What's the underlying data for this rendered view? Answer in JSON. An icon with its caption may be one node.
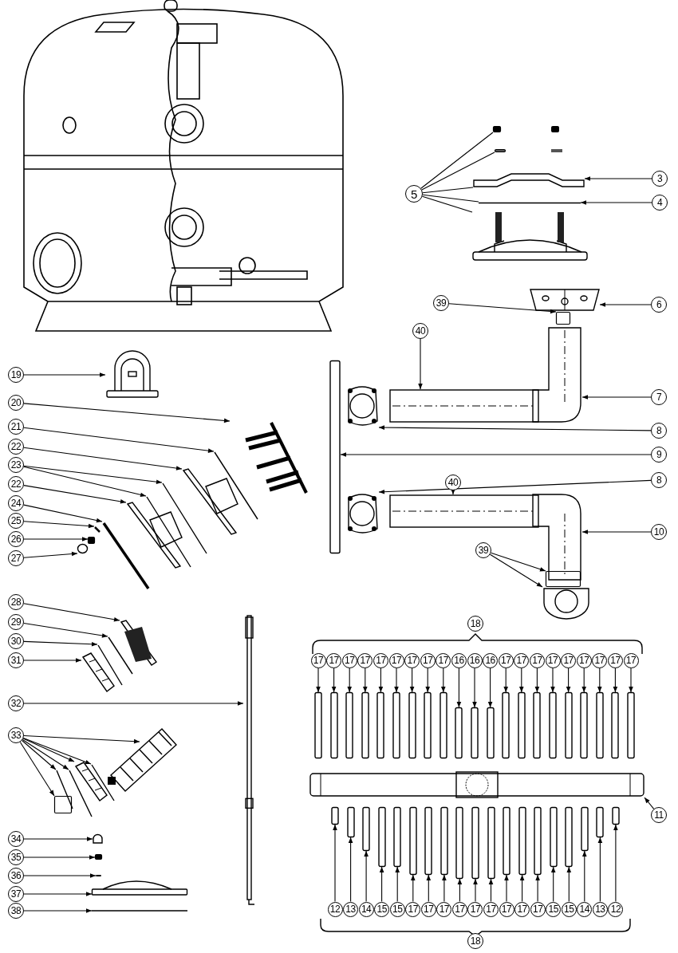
{
  "diagram": {
    "nodes": [
      {
        "text": [
          "5"
        ]
      },
      {
        "text": [],
        "shape": "box"
      },
      {
        "text": [],
        "shape": "box"
      },
      {
        "text": [],
        "shape": "picture"
      },
      {
        "text": [],
        "shape": "picture"
      },
      {
        "text": [],
        "shape": "picture"
      },
      {
        "text": [
          "3"
        ]
      },
      {
        "text": [
          "4"
        ]
      },
      {
        "text": [
          "39"
        ]
      },
      {
        "text": [
          "6"
        ]
      },
      {
        "text": [],
        "shape": "picture"
      },
      {
        "text": [],
        "shape": "box"
      },
      {
        "text": [
          "40"
        ]
      },
      {
        "text": [],
        "shape": "picture"
      },
      {
        "text": [
          "7"
        ]
      },
      {
        "text": [],
        "shape": "picture"
      },
      {
        "text": [
          "8"
        ]
      },
      {
        "text": [],
        "shape": "picture"
      },
      {
        "text": [
          "9"
        ]
      },
      {
        "text": [],
        "shape": "bar"
      },
      {
        "text": [
          "8"
        ]
      },
      {
        "text": [],
        "shape": "picture"
      },
      {
        "text": [
          "40"
        ]
      },
      {
        "text": [],
        "shape": "picture"
      },
      {
        "text": [
          "10"
        ]
      },
      {
        "text": [],
        "shape": "picture"
      },
      {
        "text": [
          "39"
        ]
      },
      {
        "text": [],
        "shape": "box"
      },
      {
        "text": [],
        "shape": "picture"
      },
      {
        "text": [
          "19"
        ]
      },
      {
        "text": [],
        "shape": "picture"
      },
      {
        "text": [
          "20"
        ]
      },
      {
        "text": [],
        "shape": "picture"
      },
      {
        "text": [
          "21"
        ]
      },
      {
        "text": [],
        "shape": "picture"
      },
      {
        "text": [
          "22"
        ]
      },
      {
        "text": [],
        "shape": "picture"
      },
      {
        "text": [
          "23"
        ]
      },
      {
        "text": [],
        "shape": "picture"
      },
      {
        "text": [],
        "shape": "picture"
      },
      {
        "text": [
          "22"
        ]
      },
      {
        "text": [],
        "shape": "picture"
      },
      {
        "text": [
          "24"
        ]
      },
      {
        "text": [],
        "shape": "picture"
      },
      {
        "text": [
          "25"
        ]
      },
      {
        "text": [],
        "shape": "picture"
      },
      {
        "text": [
          "26"
        ]
      },
      {
        "text": [],
        "shape": "box"
      },
      {
        "text": [
          "27"
        ]
      },
      {
        "text": [],
        "shape": "circle"
      },
      {
        "text": [
          "28"
        ]
      },
      {
        "text": [],
        "shape": "picture"
      },
      {
        "text": [
          "29"
        ]
      },
      {
        "text": [],
        "shape": "picture"
      },
      {
        "text": [
          "30"
        ]
      },
      {
        "text": [],
        "shape": "picture"
      },
      {
        "text": [
          "31"
        ]
      },
      {
        "text": [],
        "shape": "picture"
      },
      {
        "text": [
          "32"
        ]
      },
      {
        "text": [],
        "shape": "picture"
      },
      {
        "text": [
          "33"
        ]
      },
      {
        "text": [],
        "shape": "picture"
      },
      {
        "text": [],
        "shape": "picture"
      },
      {
        "text": [],
        "shape": "picture"
      },
      {
        "text": [],
        "shape": "picture"
      },
      {
        "text": [],
        "shape": "picture"
      },
      {
        "text": [],
        "shape": "box"
      },
      {
        "text": [
          "34"
        ]
      },
      {
        "text": [],
        "shape": "picture"
      },
      {
        "text": [
          "35"
        ]
      },
      {
        "text": [],
        "shape": "box"
      },
      {
        "text": [
          "36"
        ]
      },
      {
        "text": [],
        "shape": "box"
      },
      {
        "text": [
          "37"
        ]
      },
      {
        "text": [],
        "shape": "picture"
      },
      {
        "text": [
          "38"
        ]
      },
      {
        "text": [],
        "shape": "picture"
      },
      {
        "text": [
          "11"
        ]
      },
      {
        "text": [],
        "shape": "picture"
      },
      {
        "text": [
          "17"
        ]
      },
      {
        "text": [
          "17"
        ]
      },
      {
        "text": [
          "17"
        ]
      },
      {
        "text": [
          "17"
        ]
      },
      {
        "text": [
          "17"
        ]
      },
      {
        "text": [
          "17"
        ]
      },
      {
        "text": [
          "17"
        ]
      },
      {
        "text": [
          "17"
        ]
      },
      {
        "text": [
          "17"
        ]
      },
      {
        "text": [
          "16"
        ]
      },
      {
        "text": [
          "16"
        ]
      },
      {
        "text": [
          "16"
        ]
      },
      {
        "text": [
          "17"
        ]
      },
      {
        "text": [
          "17"
        ]
      },
      {
        "text": [
          "17"
        ]
      },
      {
        "text": [
          "17"
        ]
      },
      {
        "text": [
          "17"
        ]
      },
      {
        "text": [
          "17"
        ]
      },
      {
        "text": [
          "17"
        ]
      },
      {
        "text": [
          "17"
        ]
      },
      {
        "text": [
          "17"
        ]
      },
      {
        "text": [],
        "shape": "bar"
      },
      {
        "text": [],
        "shape": "bar"
      },
      {
        "text": [],
        "shape": "bar"
      },
      {
        "text": [],
        "shape": "bar"
      },
      {
        "text": [],
        "shape": "bar"
      },
      {
        "text": [],
        "shape": "bar"
      },
      {
        "text": [],
        "shape": "bar"
      },
      {
        "text": [],
        "shape": "bar"
      },
      {
        "text": [],
        "shape": "bar"
      },
      {
        "text": [],
        "shape": "bar"
      },
      {
        "text": [],
        "shape": "bar"
      },
      {
        "text": [],
        "shape": "bar"
      },
      {
        "text": [],
        "shape": "bar"
      },
      {
        "text": [],
        "shape": "bar"
      },
      {
        "text": [],
        "shape": "bar"
      },
      {
        "text": [],
        "shape": "bar"
      },
      {
        "text": [],
        "shape": "bar"
      },
      {
        "text": [],
        "shape": "bar"
      },
      {
        "text": [],
        "shape": "bar"
      },
      {
        "text": [],
        "shape": "bar"
      },
      {
        "text": [],
        "shape": "bar"
      },
      {
        "text": [
          "12"
        ]
      },
      {
        "text": [
          "13"
        ]
      },
      {
        "text": [
          "14"
        ]
      },
      {
        "text": [
          "15"
        ]
      },
      {
        "text": [
          "15"
        ]
      },
      {
        "text": [
          "17"
        ]
      },
      {
        "text": [
          "17"
        ]
      },
      {
        "text": [
          "17"
        ]
      },
      {
        "text": [
          "17"
        ]
      },
      {
        "text": [
          "17"
        ]
      },
      {
        "text": [
          "17"
        ]
      },
      {
        "text": [
          "17"
        ]
      },
      {
        "text": [
          "17"
        ]
      },
      {
        "text": [
          "17"
        ]
      },
      {
        "text": [
          "15"
        ]
      },
      {
        "text": [
          "15"
        ]
      },
      {
        "text": [
          "14"
        ]
      },
      {
        "text": [
          "13"
        ]
      },
      {
        "text": [
          "12"
        ]
      },
      {
        "text": [],
        "shape": "bar"
      },
      {
        "text": [],
        "shape": "bar"
      },
      {
        "text": [],
        "shape": "bar"
      },
      {
        "text": [],
        "shape": "bar"
      },
      {
        "text": [],
        "shape": "bar"
      },
      {
        "text": [],
        "shape": "bar"
      },
      {
        "text": [],
        "shape": "bar"
      },
      {
        "text": [],
        "shape": "bar"
      },
      {
        "text": [],
        "shape": "bar"
      },
      {
        "text": [],
        "shape": "bar"
      },
      {
        "text": [],
        "shape": "bar"
      },
      {
        "text": [],
        "shape": "bar"
      },
      {
        "text": [],
        "shape": "bar"
      },
      {
        "text": [],
        "shape": "bar"
      },
      {
        "text": [],
        "shape": "bar"
      },
      {
        "text": [],
        "shape": "bar"
      },
      {
        "text": [],
        "shape": "bar"
      },
      {
        "text": [],
        "shape": "bar"
      },
      {
        "text": [],
        "shape": "bar"
      },
      {
        "text": [
          "18"
        ]
      },
      {
        "text": [
          "18"
        ]
      }
    ],
    "edges": [
      {
        "from": 0,
        "to": 1,
        "arrow": "none"
      },
      {
        "from": 0,
        "to": 2,
        "arrow": "none"
      },
      {
        "from": 0,
        "to": 3,
        "arrow": "none"
      },
      {
        "from": 0,
        "to": 4,
        "arrow": "none"
      },
      {
        "from": 0,
        "to": 5,
        "arrow": "none"
      },
      {
        "from": 6,
        "to": 3,
        "arrow": "to"
      },
      {
        "from": 7,
        "to": 4,
        "arrow": "to"
      },
      {
        "from": 8,
        "to": 11,
        "arrow": "to"
      },
      {
        "from": 9,
        "to": 10,
        "arrow": "to"
      },
      {
        "from": 12,
        "to": 13,
        "arrow": "to"
      },
      {
        "from": 14,
        "to": 15,
        "arrow": "to"
      },
      {
        "from": 16,
        "to": 17,
        "arrow": "to"
      },
      {
        "from": 18,
        "to": 19,
        "arrow": "to"
      },
      {
        "from": 20,
        "to": 21,
        "arrow": "to"
      },
      {
        "from": 22,
        "to": 23,
        "arrow": "to"
      },
      {
        "from": 24,
        "to": 25,
        "arrow": "to"
      },
      {
        "from": 26,
        "to": 27,
        "arrow": "to"
      },
      {
        "from": 26,
        "to": 28,
        "arrow": "to"
      },
      {
        "from": 29,
        "to": 30,
        "arrow": "to"
      },
      {
        "from": 31,
        "to": 32,
        "arrow": "to"
      },
      {
        "from": 33,
        "to": 34,
        "arrow": "to"
      },
      {
        "from": 35,
        "to": 36,
        "arrow": "to"
      },
      {
        "from": 37,
        "to": 38,
        "arrow": "to"
      },
      {
        "from": 37,
        "to": 39,
        "arrow": "to"
      },
      {
        "from": 40,
        "to": 41,
        "arrow": "to"
      },
      {
        "from": 42,
        "to": 43,
        "arrow": "to"
      },
      {
        "from": 44,
        "to": 45,
        "arrow": "to"
      },
      {
        "from": 46,
        "to": 47,
        "arrow": "to"
      },
      {
        "from": 48,
        "to": 49,
        "arrow": "to"
      },
      {
        "from": 50,
        "to": 51,
        "arrow": "to"
      },
      {
        "from": 52,
        "to": 53,
        "arrow": "to"
      },
      {
        "from": 54,
        "to": 55,
        "arrow": "to"
      },
      {
        "from": 56,
        "to": 57,
        "arrow": "to"
      },
      {
        "from": 58,
        "to": 59,
        "arrow": "to"
      },
      {
        "from": 60,
        "to": 61,
        "arrow": "to"
      },
      {
        "from": 60,
        "to": 62,
        "arrow": "to"
      },
      {
        "from": 60,
        "to": 63,
        "arrow": "to"
      },
      {
        "from": 60,
        "to": 64,
        "arrow": "to"
      },
      {
        "from": 60,
        "to": 65,
        "arrow": "to"
      },
      {
        "from": 60,
        "to": 66,
        "arrow": "to"
      },
      {
        "from": 67,
        "to": 68,
        "arrow": "to"
      },
      {
        "from": 69,
        "to": 70,
        "arrow": "to"
      },
      {
        "from": 71,
        "to": 72,
        "arrow": "to"
      },
      {
        "from": 73,
        "to": 74,
        "arrow": "to"
      },
      {
        "from": 75,
        "to": 76,
        "arrow": "to"
      },
      {
        "from": 77,
        "to": 78,
        "arrow": "to"
      },
      {
        "from": 79,
        "to": 100,
        "arrow": "to"
      },
      {
        "from": 80,
        "to": 101,
        "arrow": "to"
      },
      {
        "from": 81,
        "to": 102,
        "arrow": "to"
      },
      {
        "from": 82,
        "to": 103,
        "arrow": "to"
      },
      {
        "from": 83,
        "to": 104,
        "arrow": "to"
      },
      {
        "from": 84,
        "to": 105,
        "arrow": "to"
      },
      {
        "from": 85,
        "to": 106,
        "arrow": "to"
      },
      {
        "from": 86,
        "to": 107,
        "arrow": "to"
      },
      {
        "from": 87,
        "to": 108,
        "arrow": "to"
      },
      {
        "from": 88,
        "to": 109,
        "arrow": "to"
      },
      {
        "from": 89,
        "to": 110,
        "arrow": "to"
      },
      {
        "from": 90,
        "to": 111,
        "arrow": "to"
      },
      {
        "from": 91,
        "to": 112,
        "arrow": "to"
      },
      {
        "from": 92,
        "to": 113,
        "arrow": "to"
      },
      {
        "from": 93,
        "to": 114,
        "arrow": "to"
      },
      {
        "from": 94,
        "to": 115,
        "arrow": "to"
      },
      {
        "from": 95,
        "to": 116,
        "arrow": "to"
      },
      {
        "from": 96,
        "to": 117,
        "arrow": "to"
      },
      {
        "from": 97,
        "to": 118,
        "arrow": "to"
      },
      {
        "from": 98,
        "to": 119,
        "arrow": "to"
      },
      {
        "from": 99,
        "to": 120,
        "arrow": "to"
      },
      {
        "from": 121,
        "to": 140,
        "arrow": "to"
      },
      {
        "from": 122,
        "to": 141,
        "arrow": "to"
      },
      {
        "from": 123,
        "to": 142,
        "arrow": "to"
      },
      {
        "from": 124,
        "to": 143,
        "arrow": "to"
      },
      {
        "from": 125,
        "to": 144,
        "arrow": "to"
      },
      {
        "from": 126,
        "to": 145,
        "arrow": "to"
      },
      {
        "from": 127,
        "to": 146,
        "arrow": "to"
      },
      {
        "from": 128,
        "to": 147,
        "arrow": "to"
      },
      {
        "from": 129,
        "to": 148,
        "arrow": "to"
      },
      {
        "from": 130,
        "to": 149,
        "arrow": "to"
      },
      {
        "from": 131,
        "to": 150,
        "arrow": "to"
      },
      {
        "from": 132,
        "to": 151,
        "arrow": "to"
      },
      {
        "from": 133,
        "to": 152,
        "arrow": "to"
      },
      {
        "from": 134,
        "to": 153,
        "arrow": "to"
      },
      {
        "from": 135,
        "to": 154,
        "arrow": "to"
      },
      {
        "from": 136,
        "to": 155,
        "arrow": "to"
      },
      {
        "from": 137,
        "to": 156,
        "arrow": "to"
      },
      {
        "from": 138,
        "to": 157,
        "arrow": "to"
      },
      {
        "from": 139,
        "to": 158,
        "arrow": "to"
      }
    ]
  }
}
